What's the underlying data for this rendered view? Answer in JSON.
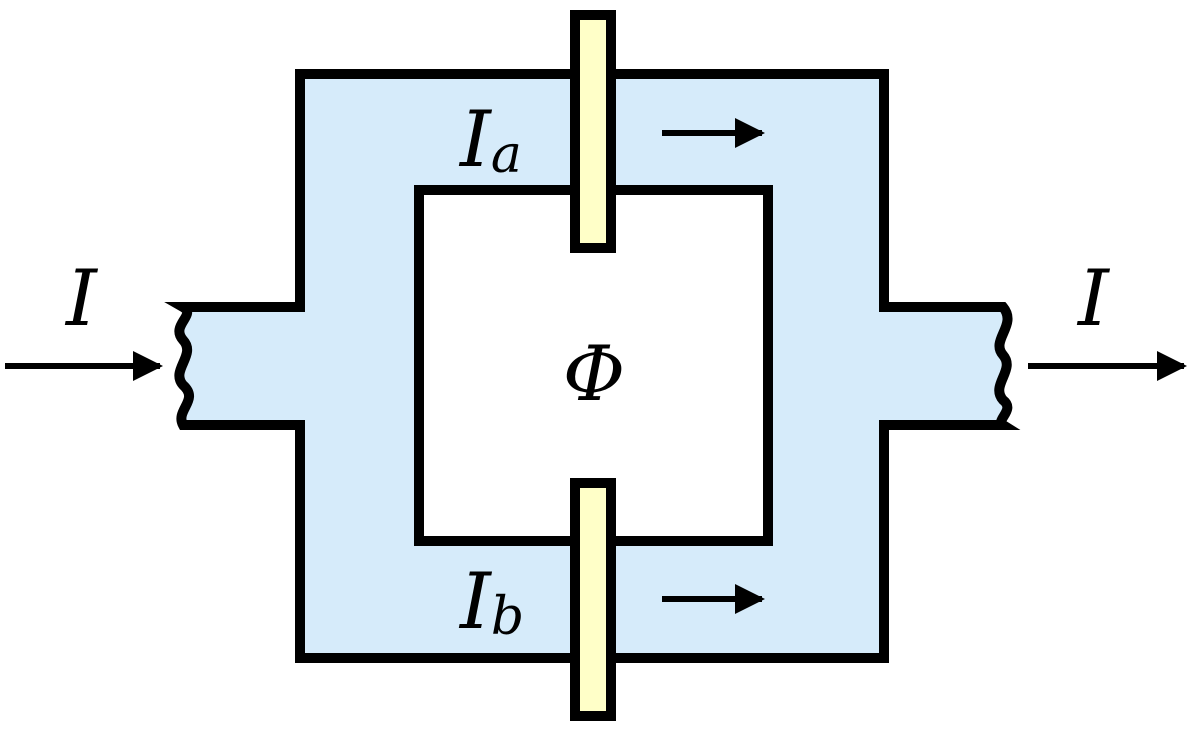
{
  "diagram": {
    "title": "",
    "colors": {
      "superconductor": "#d6ebfa",
      "junction": "#ffffc8",
      "outline": "#000000",
      "background": "#ffffff"
    },
    "labels": {
      "current_in": "I",
      "current_out": "I",
      "branch_a_main": "I",
      "branch_a_sub": "a",
      "branch_b_main": "I",
      "branch_b_sub": "b",
      "flux": "Φ"
    }
  }
}
